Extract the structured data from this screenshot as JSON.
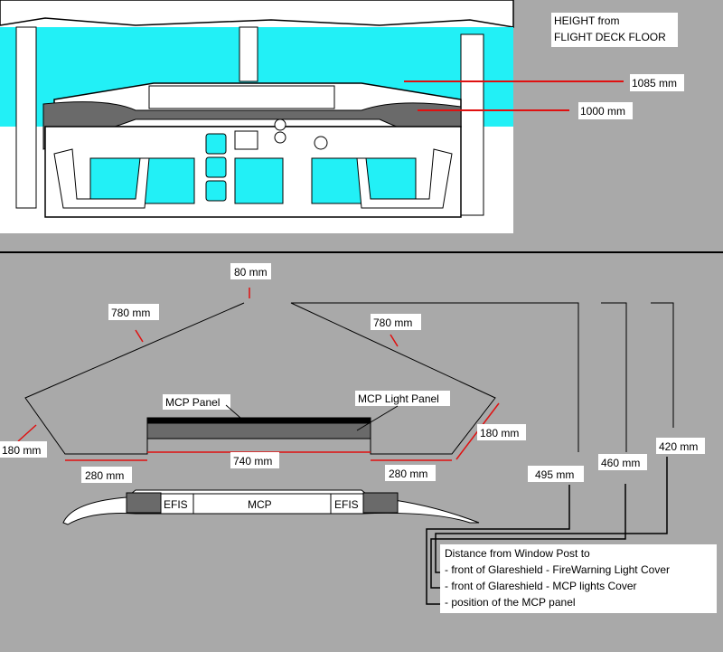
{
  "top": {
    "height_title_line1": "HEIGHT from",
    "height_title_line2": "FLIGHT DECK FLOOR",
    "height_1085": "1085 mm",
    "height_1000": "1000 mm"
  },
  "plan": {
    "top_width": "80 mm",
    "diag_left": "780 mm",
    "diag_right": "780 mm",
    "side_left": "180 mm",
    "side_right": "180 mm",
    "bottom_left": "280 mm",
    "mcp_width": "740 mm",
    "bottom_right": "280 mm",
    "mcp_panel": "MCP Panel",
    "mcp_light_panel": "MCP Light Panel",
    "dist_495": "495 mm",
    "dist_460": "460 mm",
    "dist_420": "420 mm"
  },
  "front": {
    "efis_left": "EFIS",
    "mcp": "MCP",
    "efis_right": "EFIS"
  },
  "legend": {
    "title": "Distance from Window Post to",
    "item1": "- front of Glareshield - FireWarning Light Cover",
    "item2": "- front of Glareshield - MCP lights Cover",
    "item3": "- position of the MCP panel"
  },
  "colors": {
    "cyan": "#22f0f6",
    "red": "#e01010",
    "gray": "#a9a9a9",
    "glareshield": "#6a6a6a"
  }
}
